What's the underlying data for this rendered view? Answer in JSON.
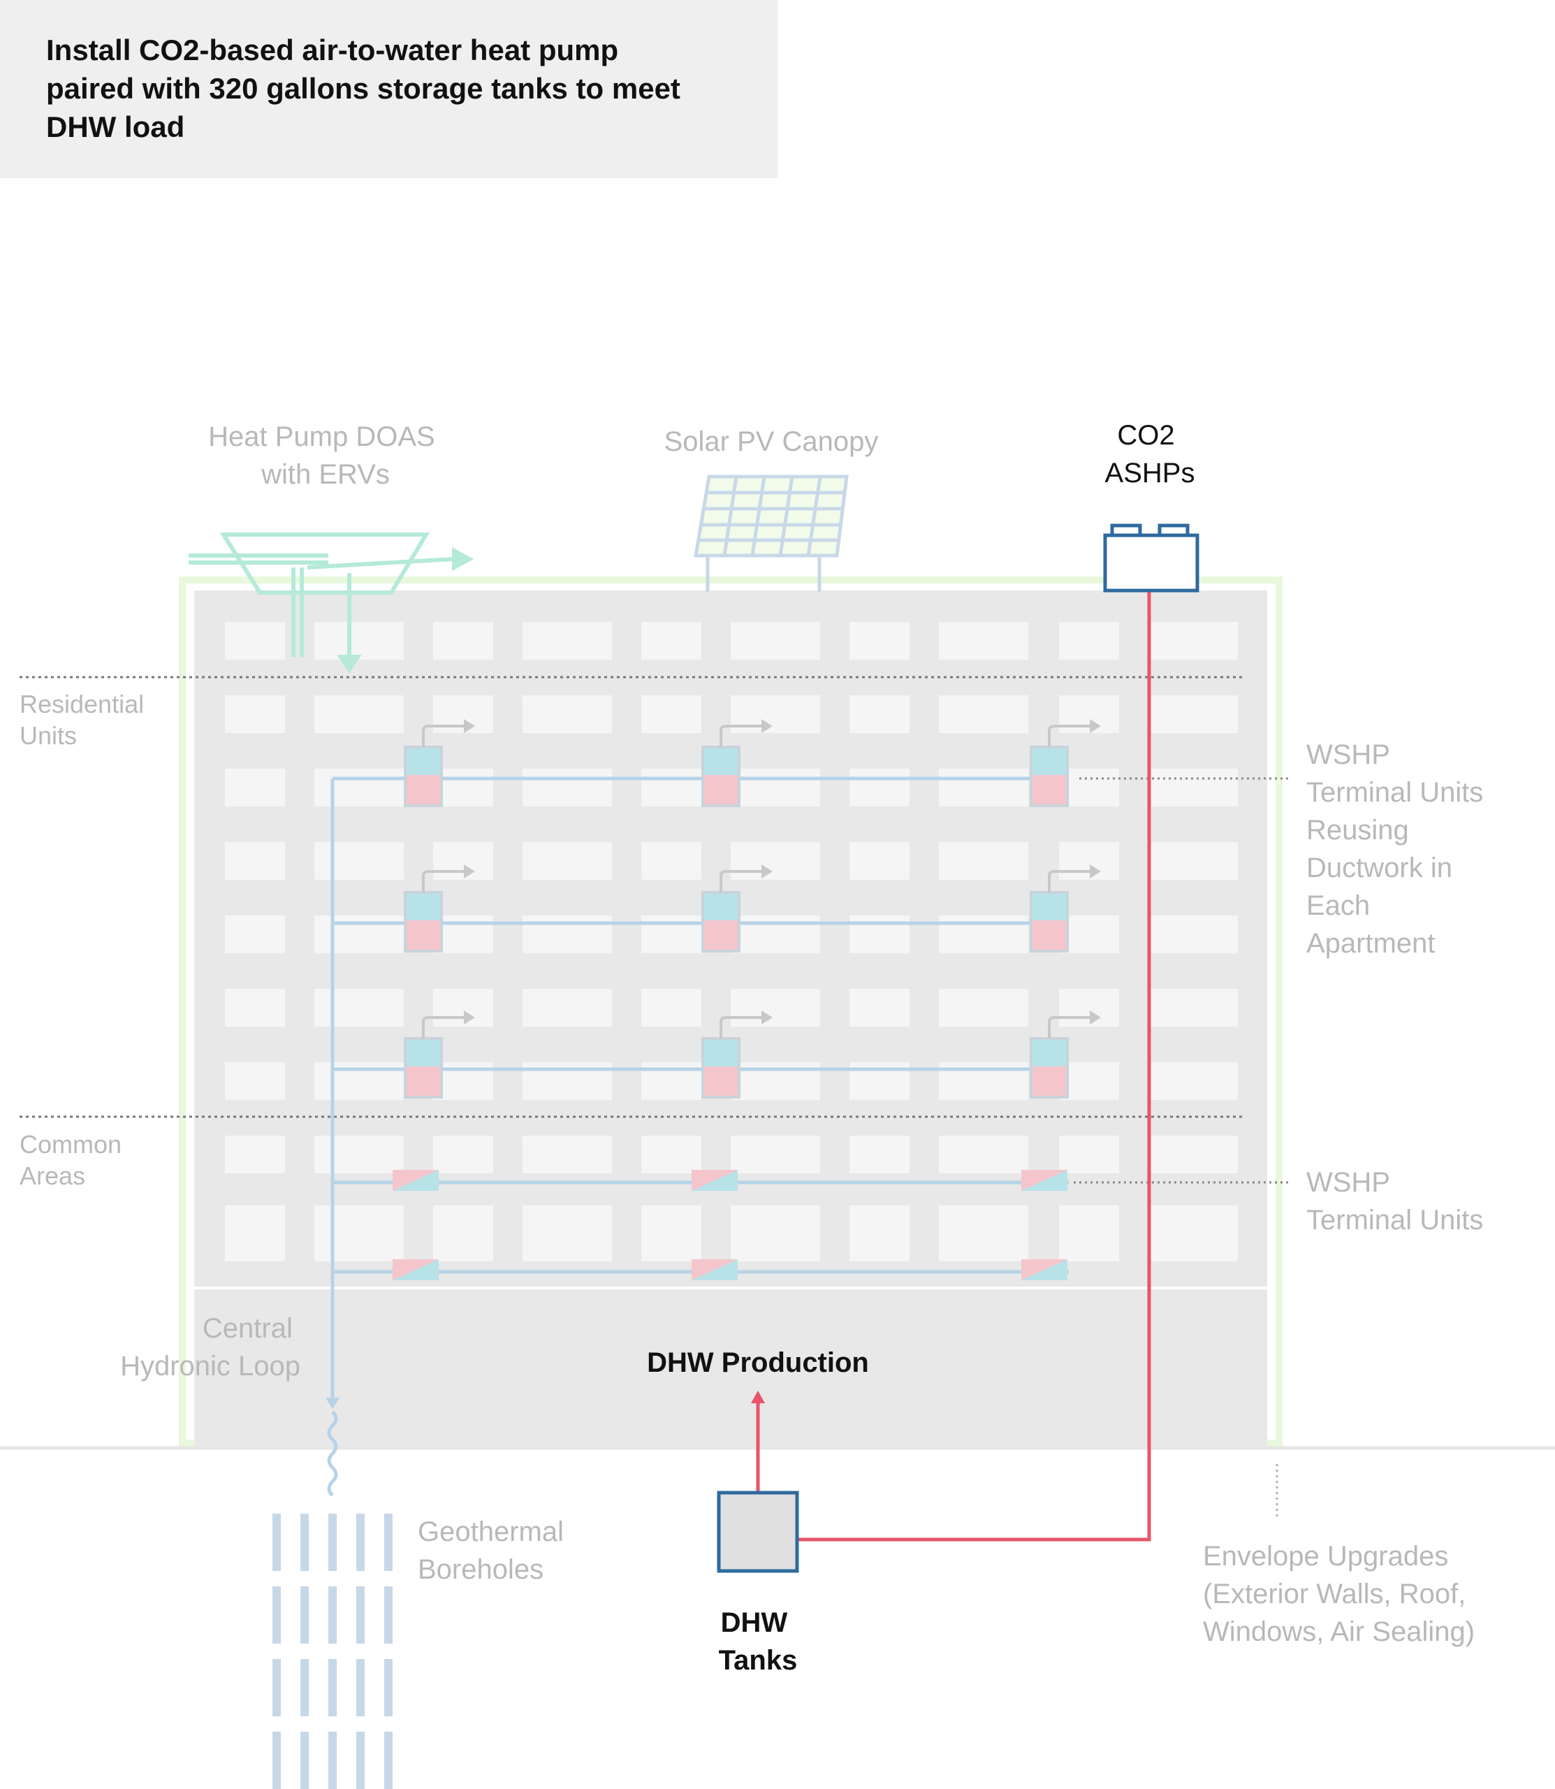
{
  "caption": "Install CO2-based air-to-water heat pump\npaired with 320 gallons storage tanks to meet\nDHW load",
  "labels": {
    "doas": [
      "Heat Pump DOAS",
      "with ERVs"
    ],
    "solar": [
      "Solar PV Canopy"
    ],
    "co2": [
      "CO2",
      "ASHPs"
    ],
    "residential": [
      "Residential",
      "Units"
    ],
    "common": [
      "Common",
      "Areas"
    ],
    "wshp_reuse": [
      "WSHP",
      "Terminal Units",
      "Reusing",
      "Ductwork in",
      "Each",
      "Apartment"
    ],
    "wshp": [
      "WSHP",
      "Terminal Units"
    ],
    "central_loop": [
      "Central",
      "Hydronic Loop"
    ],
    "dhw_production": [
      "DHW Production"
    ],
    "geothermal": [
      "Geothermal",
      "Boreholes"
    ],
    "dhw_tanks": [
      "DHW",
      "Tanks"
    ],
    "envelope": [
      "Envelope Upgrades",
      "(Exterior Walls, Roof,",
      "Windows, Air Sealing)"
    ]
  },
  "colors": {
    "faded_text": "#b8b8b8",
    "active_text": "#111111",
    "dhw_line": "#e8546a",
    "equipment_outline": "#2f6a9e",
    "building_fill": "#e8e8e8",
    "window_fill": "#f5f5f5",
    "envelope_outline": "#e9f8dc",
    "loop_line": "#b6d3e8",
    "doas_green": "#b5ead7",
    "unit_cool": "#b7e2e8",
    "unit_heat": "#f4c6cc"
  }
}
